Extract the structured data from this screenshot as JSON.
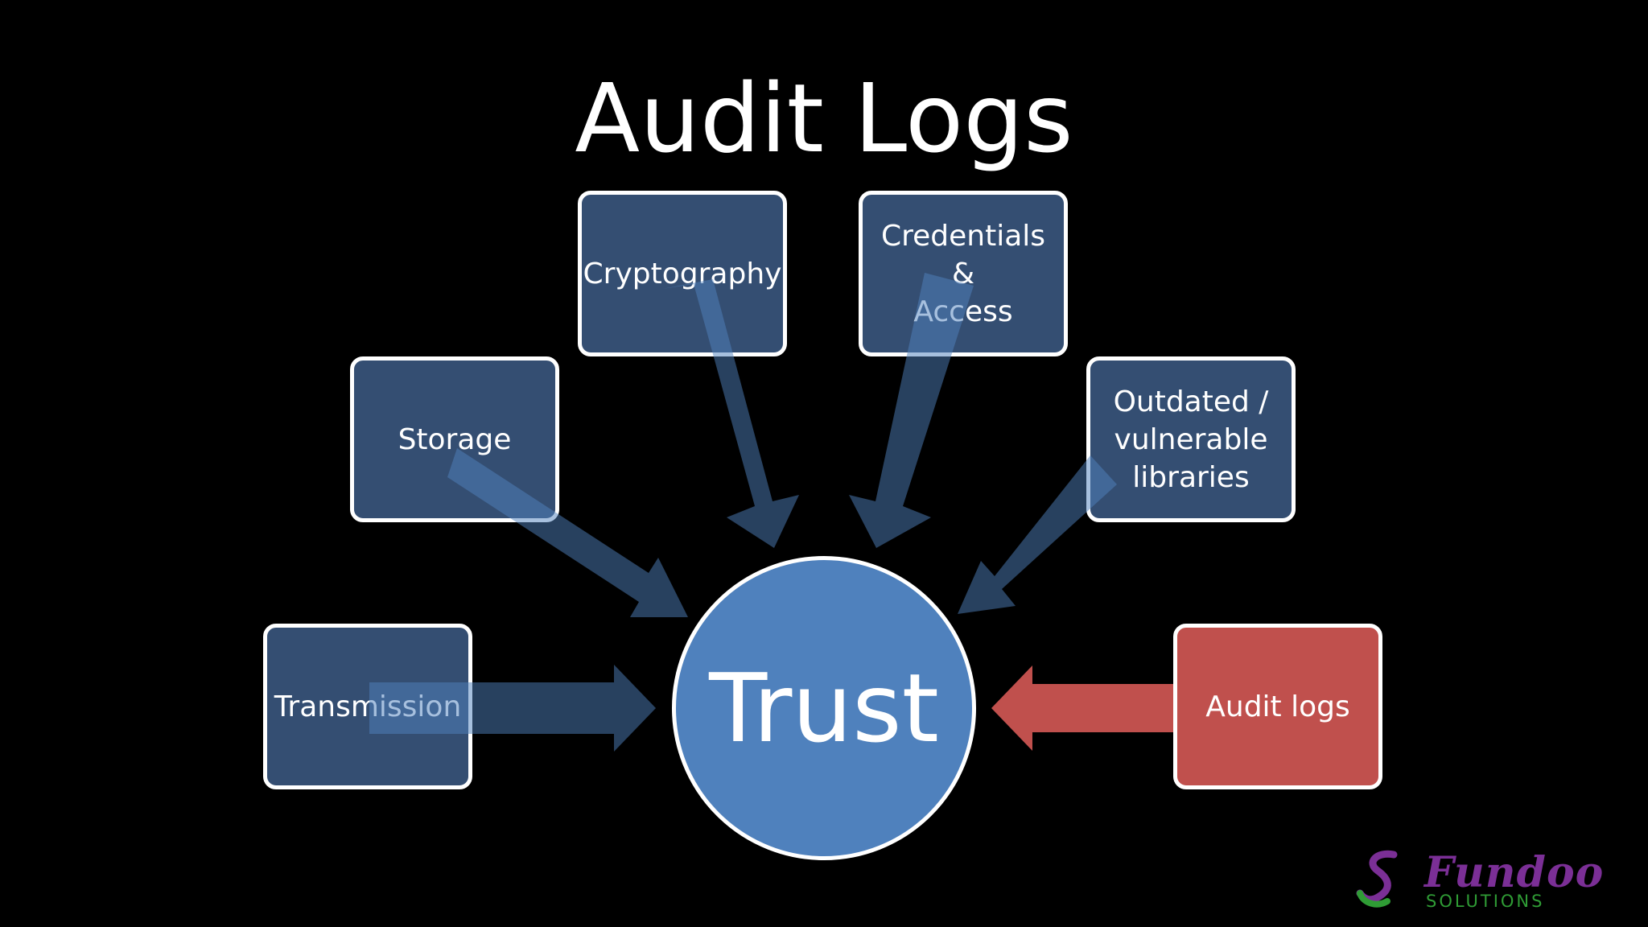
{
  "title": "Audit Logs",
  "center": {
    "label": "Trust"
  },
  "nodes": [
    {
      "id": "transmission",
      "label": "Transmission",
      "color": "#344e72"
    },
    {
      "id": "storage",
      "label": "Storage",
      "color": "#344e72"
    },
    {
      "id": "cryptography",
      "label": "Cryptography",
      "color": "#344e72"
    },
    {
      "id": "credentials",
      "label": "Credentials &\nAccess",
      "color": "#344e72"
    },
    {
      "id": "outdated",
      "label": "Outdated /\nvulnerable\nlibraries",
      "color": "#344e72"
    },
    {
      "id": "audit",
      "label": "Audit logs",
      "color": "#c0504d"
    }
  ],
  "colors": {
    "background": "#000000",
    "box_blue": "#344e72",
    "box_red": "#c0504d",
    "circle": "#4f81bd",
    "arrow_blue": "#4f81bd",
    "arrow_red": "#c0504d"
  },
  "logo": {
    "word": "Fundoo",
    "sub": "SOLUTIONS",
    "icon": "fundoo-swirl-icon"
  }
}
